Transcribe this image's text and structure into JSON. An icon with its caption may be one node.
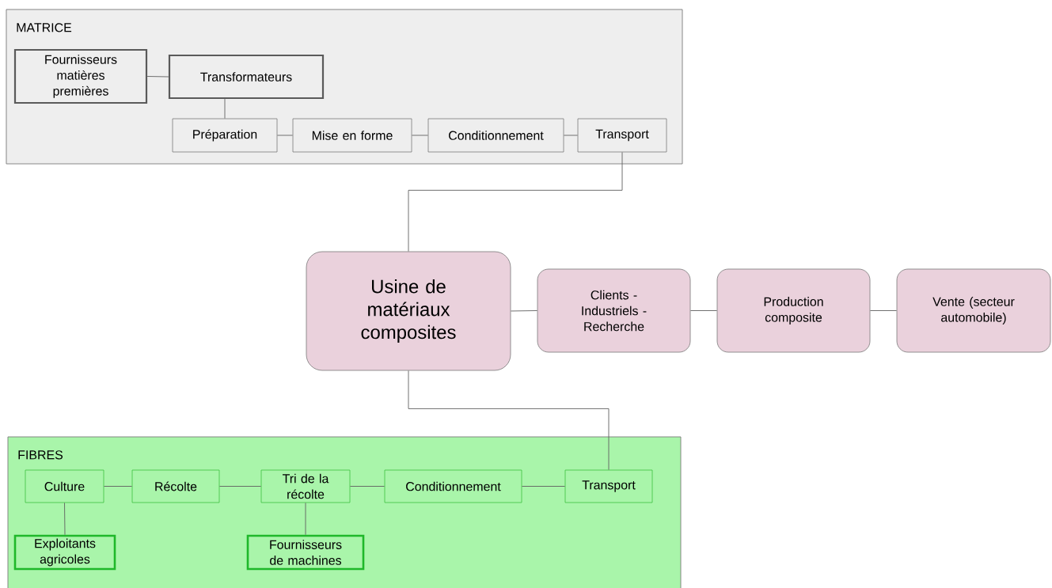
{
  "diagram": {
    "nodes": [
      {
        "text": [
          "MATRICE"
        ]
      },
      {
        "text": [
          "Fournisseurs matières premières"
        ],
        "in": 0
      },
      {
        "text": [
          "Transformateurs"
        ],
        "in": 0
      },
      {
        "text": [
          "Préparation"
        ],
        "in": 0
      },
      {
        "text": [
          "Mise en forme"
        ],
        "in": 0
      },
      {
        "text": [
          "Conditionnement"
        ],
        "in": 0
      },
      {
        "text": [
          "Transport"
        ],
        "in": 0
      },
      {
        "text": [
          "Usine de matériaux composites"
        ]
      },
      {
        "text": [
          "Clients - Industriels - Recherche"
        ]
      },
      {
        "text": [
          "Production composite"
        ]
      },
      {
        "text": [
          "Vente (secteur automobile)"
        ]
      },
      {
        "text": [
          "FIBRES"
        ]
      },
      {
        "text": [
          "Culture"
        ],
        "in": 11
      },
      {
        "text": [
          "Récolte"
        ],
        "in": 11
      },
      {
        "text": [
          "Tri de la récolte"
        ],
        "in": 11
      },
      {
        "text": [
          "Conditionnement"
        ],
        "in": 11
      },
      {
        "text": [
          "Transport"
        ],
        "in": 11
      },
      {
        "text": [
          "Exploitants agricoles"
        ],
        "in": 11
      },
      {
        "text": [
          "Fournisseurs de machines"
        ],
        "in": 11
      }
    ],
    "edges": [
      {
        "from": 1,
        "to": 2,
        "arrow": "none"
      },
      {
        "from": 2,
        "to": 3,
        "arrow": "none"
      },
      {
        "from": 3,
        "to": 4,
        "arrow": "none"
      },
      {
        "from": 4,
        "to": 5,
        "arrow": "none"
      },
      {
        "from": 5,
        "to": 6,
        "arrow": "none"
      },
      {
        "from": 6,
        "to": 7,
        "arrow": "none"
      },
      {
        "from": 7,
        "to": 8,
        "arrow": "none"
      },
      {
        "from": 8,
        "to": 9,
        "arrow": "none"
      },
      {
        "from": 9,
        "to": 10,
        "arrow": "none"
      },
      {
        "from": 7,
        "to": 16,
        "arrow": "none"
      },
      {
        "from": 12,
        "to": 13,
        "arrow": "none"
      },
      {
        "from": 13,
        "to": 14,
        "arrow": "none"
      },
      {
        "from": 14,
        "to": 15,
        "arrow": "none"
      },
      {
        "from": 15,
        "to": 16,
        "arrow": "none"
      },
      {
        "from": 12,
        "to": 17,
        "arrow": "none"
      },
      {
        "from": 14,
        "to": 18,
        "arrow": "none"
      }
    ]
  }
}
